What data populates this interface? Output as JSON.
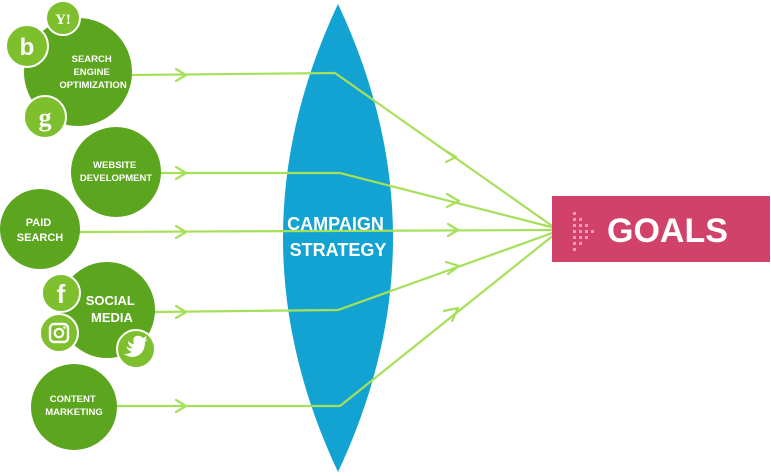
{
  "colors": {
    "node_green": "#5ca51e",
    "node_green_dark": "#4c8f17",
    "arrow_green": "#a6e05a",
    "lens_blue": "#12a3d2",
    "goal_red": "#d1426b",
    "goal_arrow_pink": "#f39ab6"
  },
  "sources": [
    {
      "id": "seo",
      "lines": [
        "SEARCH",
        "ENGINE",
        "OPTIMIZATION"
      ],
      "icons": [
        "yahoo-icon",
        "bing-icon",
        "google-icon"
      ]
    },
    {
      "id": "web",
      "lines": [
        "WEBSITE",
        "DEVELOPMENT"
      ],
      "icons": []
    },
    {
      "id": "paid",
      "lines": [
        "PAID",
        "SEARCH"
      ],
      "icons": []
    },
    {
      "id": "social",
      "lines": [
        "SOCIAL",
        "MEDIA"
      ],
      "icons": [
        "facebook-icon",
        "instagram-icon",
        "twitter-icon"
      ]
    },
    {
      "id": "content",
      "lines": [
        "CONTENT",
        "MARKETING"
      ],
      "icons": []
    }
  ],
  "lens": {
    "lines": [
      "CAMPAIGN",
      "STRATEGY"
    ]
  },
  "goal": {
    "label": "GOALS",
    "icon": "play-arrow-icon"
  },
  "icon_glyphs": {
    "yahoo": "Y!",
    "bing": "b",
    "google": "g",
    "facebook": "f",
    "twitter": "🐦"
  }
}
